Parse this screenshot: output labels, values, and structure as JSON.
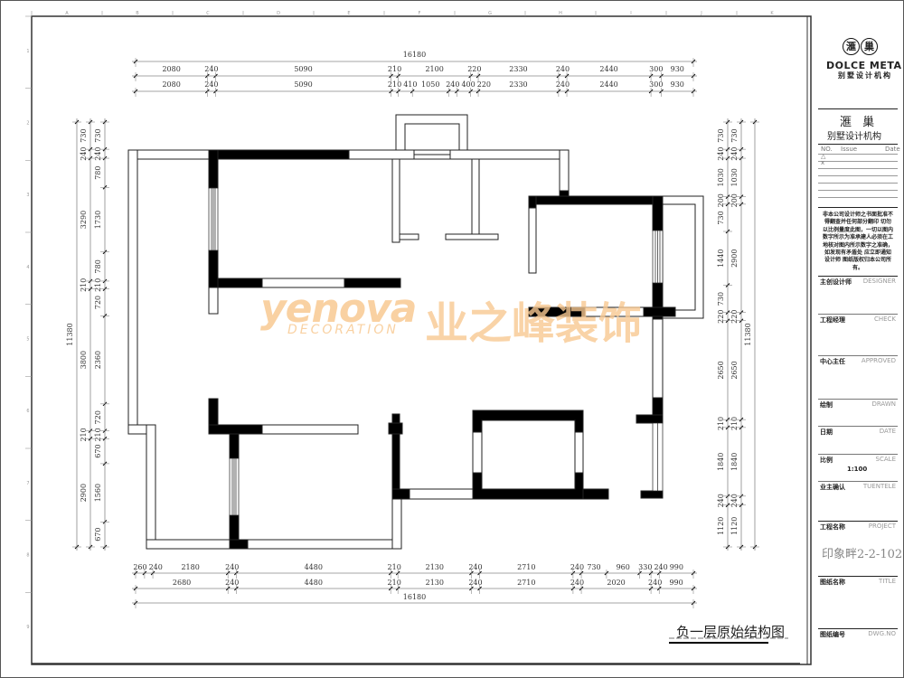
{
  "drawing": {
    "title": "负一层原始结构图",
    "scale": "1:100"
  },
  "border": {
    "columns": [
      "A",
      "B",
      "C",
      "D",
      "E",
      "F",
      "G",
      "H",
      "I",
      "J",
      "K"
    ],
    "rows": [
      "1",
      "2",
      "3",
      "4",
      "5",
      "6",
      "7",
      "8",
      "9"
    ]
  },
  "watermark": {
    "brand": "yenova",
    "sub": "DECORATION",
    "cn": "业之峰装饰"
  },
  "dimensions": {
    "top": {
      "total": 16180,
      "row1": [
        2080,
        240,
        5090,
        210,
        2100,
        220,
        2330,
        240,
        2440,
        300,
        930
      ],
      "row2": [
        2080,
        240,
        5090,
        210,
        410,
        1050,
        240,
        400,
        220,
        2330,
        240,
        2440,
        300,
        930
      ]
    },
    "bottom": {
      "row1": [
        260,
        240,
        2180,
        240,
        4480,
        210,
        2130,
        240,
        2710,
        240,
        730,
        960,
        330,
        240,
        990
      ],
      "row2": [
        2680,
        240,
        4480,
        210,
        2130,
        240,
        2710,
        240,
        2020,
        240,
        990
      ],
      "total": 16180
    },
    "left": {
      "total": 11380,
      "col1": [
        730,
        240,
        3290,
        210,
        3800,
        210,
        2900
      ],
      "col2": [
        730,
        240,
        780,
        1730,
        780,
        210,
        720,
        2360,
        720,
        210,
        670,
        1560,
        670
      ]
    },
    "right": {
      "col1": [
        730,
        240,
        1030,
        200,
        730,
        1440,
        730,
        220,
        2650,
        210,
        1840,
        240,
        1120
      ],
      "col2": [
        730,
        240,
        1030,
        200,
        2900,
        220,
        2650,
        210,
        1840,
        240,
        1120
      ],
      "total": 11380
    }
  },
  "title_block": {
    "logo_chars": [
      "滙",
      "巢"
    ],
    "brand_en": "DOLCE META",
    "brand_cn": "别墅设计机构",
    "company_name": "滙 巢",
    "company_sub": "别墅设计机构",
    "issue_header": {
      "no": "NO.",
      "issue": "Issue",
      "date": "Date"
    },
    "issue_marks": [
      "△",
      "x"
    ],
    "notice": "非本公司设计师之书面批准不得翻查并任何部分翻印 切勿以比例量度此图，一切以图内数字所示为准承建人必须在工地核对图内所示数字之准确，如发现有矛盾处 应立即通知设计师 图纸版权归本公司所有。",
    "fields": [
      {
        "cn": "主创设计师",
        "en": "DESIGNER"
      },
      {
        "cn": "工程经理",
        "en": "CHECK"
      },
      {
        "cn": "中心主任",
        "en": "APPROVED"
      },
      {
        "cn": "绘制",
        "en": "DRAWN"
      },
      {
        "cn": "日期",
        "en": "DATE"
      },
      {
        "cn": "比例",
        "en": "SCALE"
      },
      {
        "cn": "业主确认",
        "en": "TUENTELE"
      },
      {
        "cn": "工程名称",
        "en": "PROJECT"
      },
      {
        "cn": "图纸名称",
        "en": "TITLE"
      },
      {
        "cn": "图纸编号",
        "en": "DWG.NO"
      }
    ],
    "scale_value": "1:100",
    "project_name": "印象畔2-2-102"
  }
}
